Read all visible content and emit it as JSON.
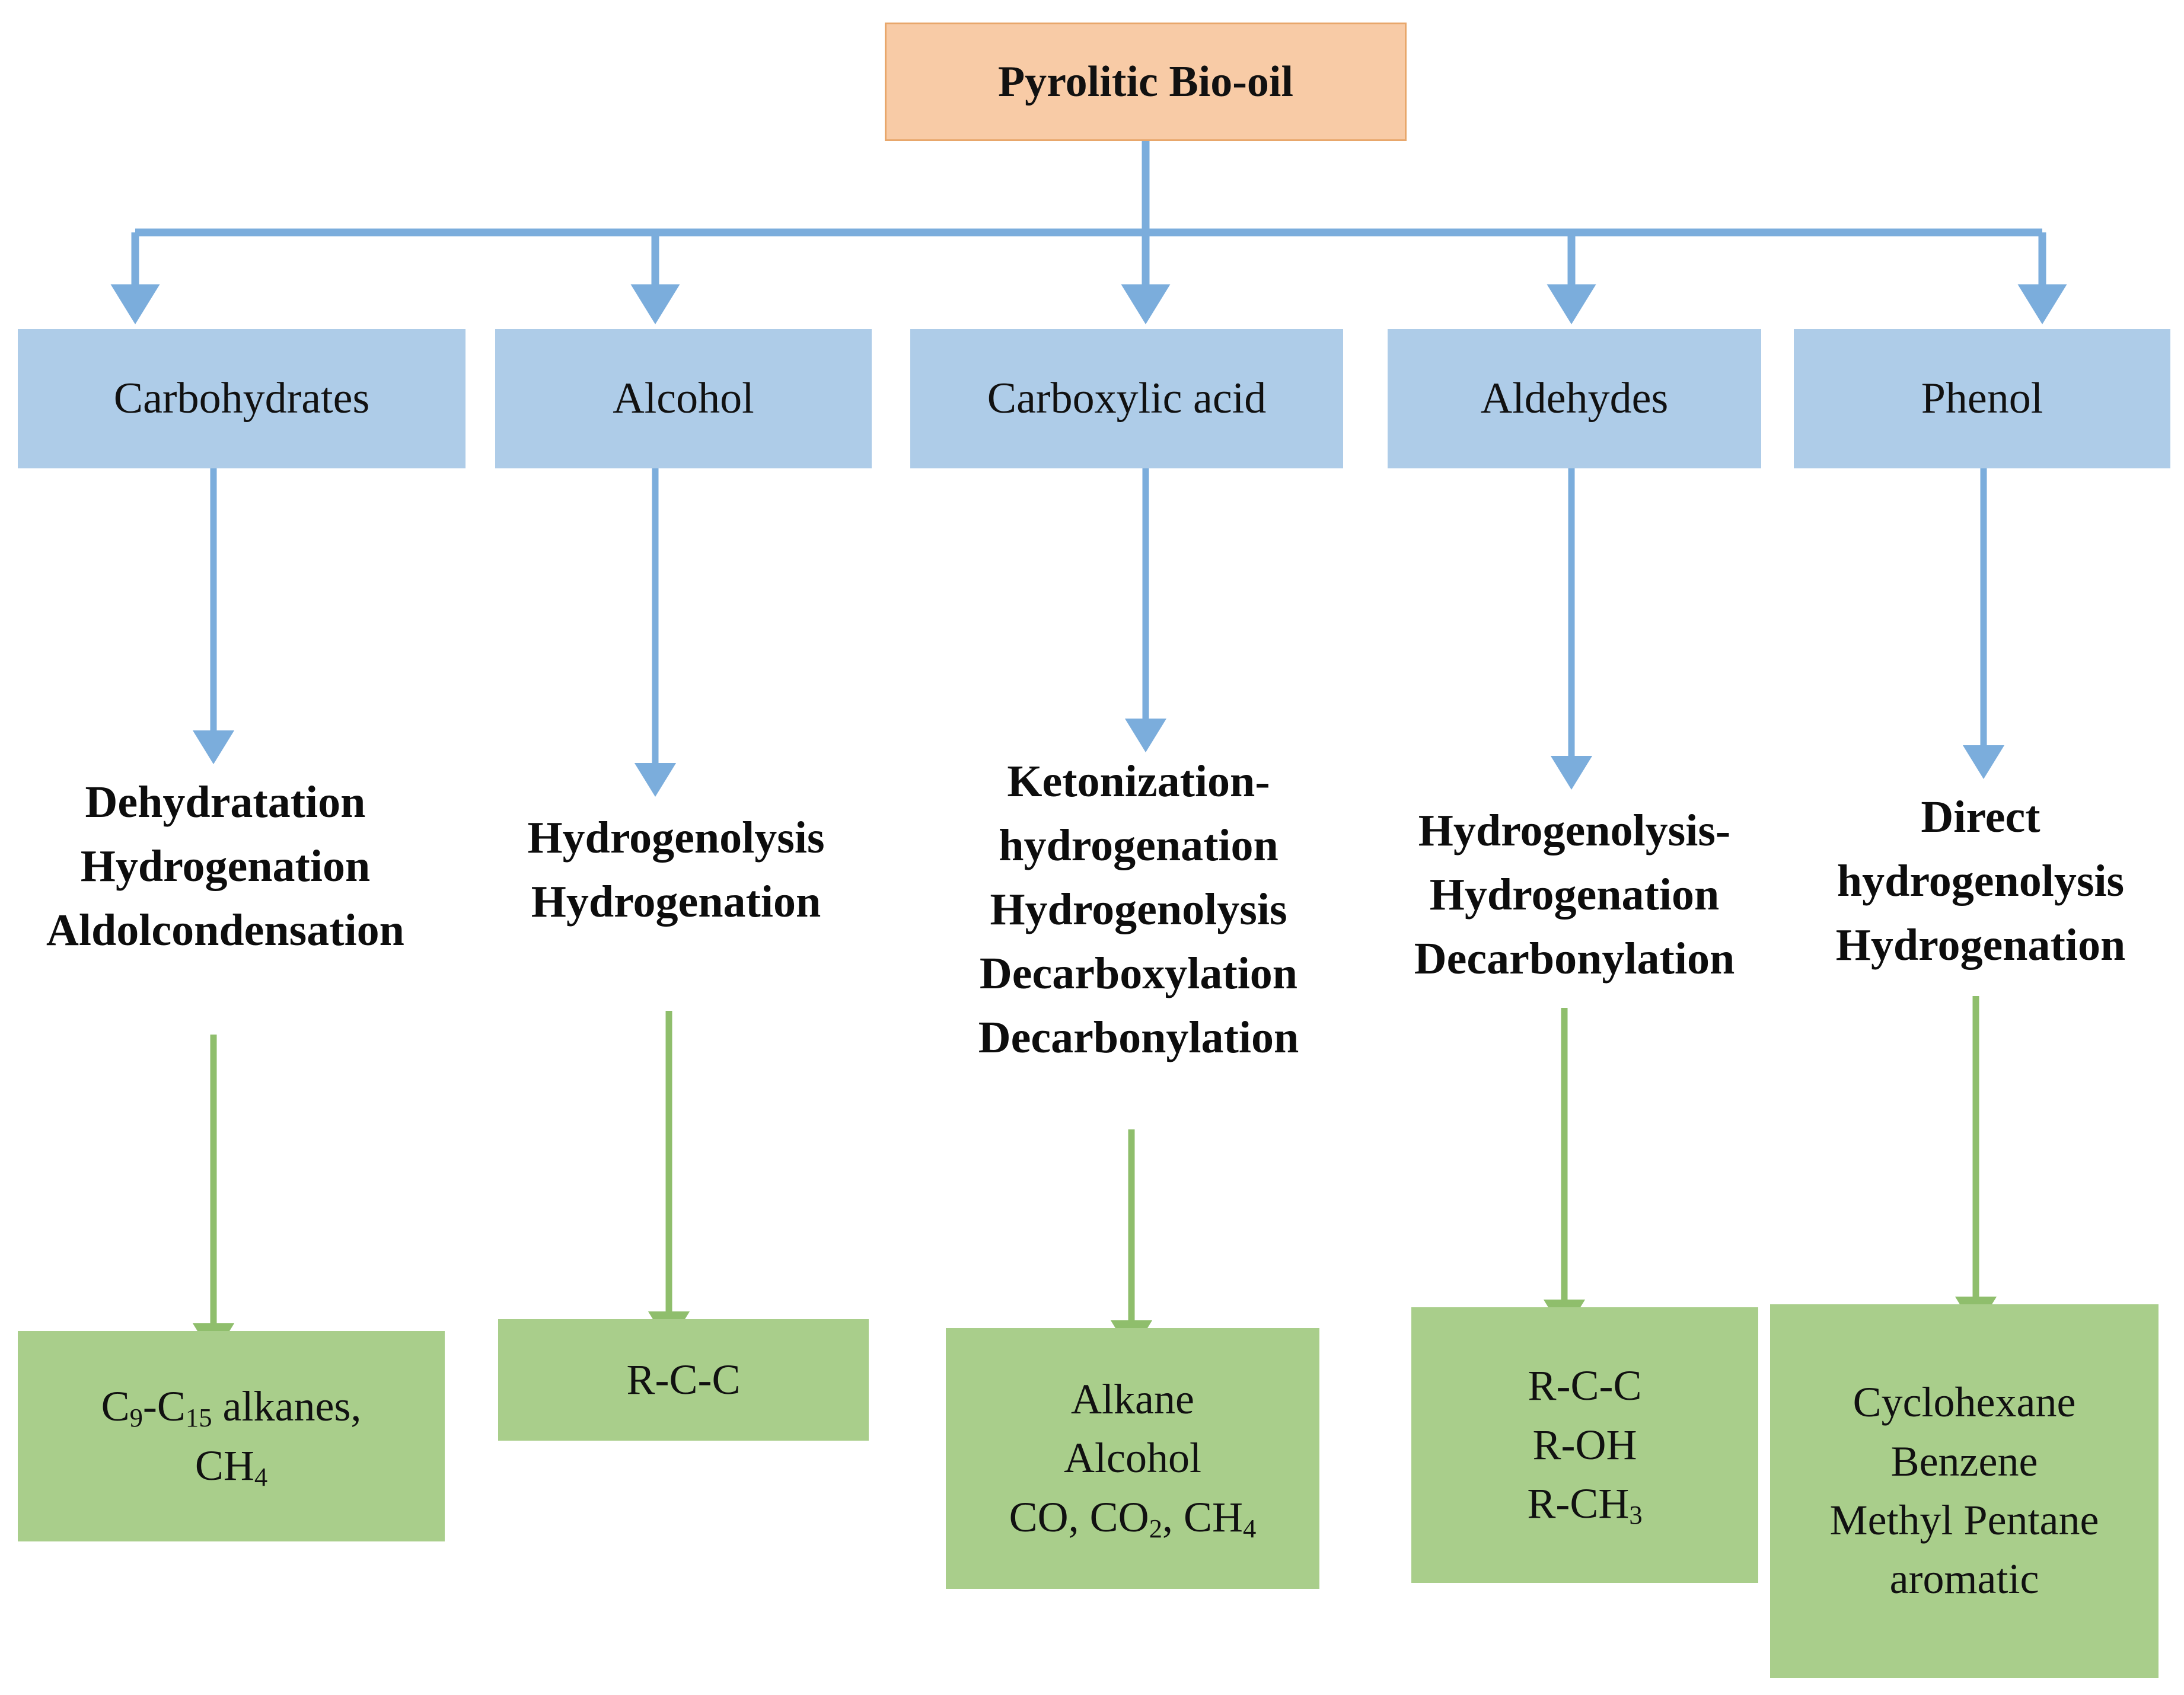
{
  "diagram": {
    "title": "Pyrolitic bio-oil upgrading pathways",
    "root": {
      "label": "Pyrolitic Bio-oil"
    },
    "colors": {
      "root_fill": "#F8CBA6",
      "root_border": "#E8A76B",
      "category_fill": "#AECCE8",
      "product_fill": "#A9CE8B",
      "blue_arrow": "#7BADDC",
      "green_arrow": "#8FBE6C",
      "text": "#111111"
    },
    "branches": [
      {
        "category": "Carbohydrates",
        "processes": [
          "Dehydratation",
          "Hydrogenation",
          "Aldolcondensation"
        ],
        "products": [
          "C9-C15 alkanes,",
          "CH4"
        ],
        "products_rich": [
          {
            "text": "C",
            "sub": "9",
            "text2": "-C",
            "sub2": "15",
            "text3": " alkanes,"
          },
          {
            "text": "CH",
            "sub": "4",
            "text2": "",
            "sub2": "",
            "text3": ""
          }
        ]
      },
      {
        "category": "Alcohol",
        "processes": [
          "Hydrogenolysis",
          "Hydrogenation"
        ],
        "products": [
          "R-C-C"
        ],
        "products_rich": [
          {
            "text": "R-C-C",
            "sub": "",
            "text2": "",
            "sub2": "",
            "text3": ""
          }
        ]
      },
      {
        "category": "Carboxylic acid",
        "processes": [
          "Ketonization-",
          "hydrogenation",
          "Hydrogenolysis",
          "Decarboxylation",
          "Decarbonylation"
        ],
        "products": [
          "Alkane",
          "Alcohol",
          "CO, CO2, CH4"
        ],
        "products_rich": [
          {
            "text": "Alkane",
            "sub": "",
            "text2": "",
            "sub2": "",
            "text3": ""
          },
          {
            "text": "Alcohol",
            "sub": "",
            "text2": "",
            "sub2": "",
            "text3": ""
          },
          {
            "text": "CO, CO",
            "sub": "2",
            "text2": ", CH",
            "sub2": "4",
            "text3": ""
          }
        ]
      },
      {
        "category": "Aldehydes",
        "processes": [
          "Hydrogenolysis-",
          "Hydrogenation",
          "Decarbonylation"
        ],
        "products": [
          "R-C-C",
          "R-OH",
          "R-CH3"
        ],
        "products_rich": [
          {
            "text": "R-C-C",
            "sub": "",
            "text2": "",
            "sub2": "",
            "text3": ""
          },
          {
            "text": "R-OH",
            "sub": "",
            "text2": "",
            "sub2": "",
            "text3": ""
          },
          {
            "text": "R-CH",
            "sub": "3",
            "text2": "",
            "sub2": "",
            "text3": ""
          }
        ]
      },
      {
        "category": "Phenol",
        "processes": [
          "Direct",
          "hydrogenolysis",
          "Hydrogenation"
        ],
        "products": [
          "Cyclohexane",
          "Benzene",
          "Methyl Pentane",
          "aromatic"
        ],
        "products_rich": [
          {
            "text": "Cyclohexane",
            "sub": "",
            "text2": "",
            "sub2": "",
            "text3": ""
          },
          {
            "text": "Benzene",
            "sub": "",
            "text2": "",
            "sub2": "",
            "text3": ""
          },
          {
            "text": "Methyl Pentane",
            "sub": "",
            "text2": "",
            "sub2": "",
            "text3": ""
          },
          {
            "text": "aromatic",
            "sub": "",
            "text2": "",
            "sub2": "",
            "text3": ""
          }
        ]
      }
    ]
  }
}
